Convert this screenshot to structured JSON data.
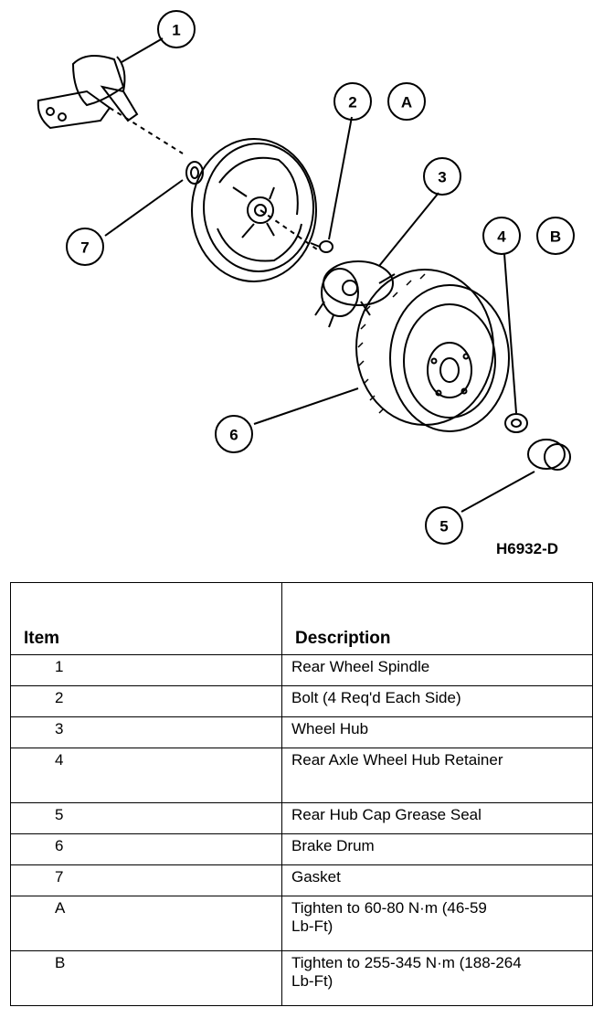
{
  "figure": {
    "callouts": [
      {
        "id": "callout-1",
        "label": "1"
      },
      {
        "id": "callout-2",
        "label": "2"
      },
      {
        "id": "callout-A",
        "label": "A"
      },
      {
        "id": "callout-3",
        "label": "3"
      },
      {
        "id": "callout-4",
        "label": "4"
      },
      {
        "id": "callout-B",
        "label": "B"
      },
      {
        "id": "callout-5",
        "label": "5"
      },
      {
        "id": "callout-6",
        "label": "6"
      },
      {
        "id": "callout-7",
        "label": "7"
      }
    ],
    "figure_id": "H6932-D"
  },
  "table": {
    "headers": {
      "item": "Item",
      "description": "Description"
    },
    "rows": [
      {
        "item": "1",
        "description": "Rear Wheel Spindle"
      },
      {
        "item": "2",
        "description": "Bolt (4 Req'd Each Side)"
      },
      {
        "item": "3",
        "description": "Wheel Hub"
      },
      {
        "item": "4",
        "description": "Rear Axle Wheel Hub Retainer"
      },
      {
        "item": "5",
        "description": "Rear Hub Cap Grease Seal"
      },
      {
        "item": "6",
        "description": "Brake Drum"
      },
      {
        "item": "7",
        "description": "Gasket"
      },
      {
        "item": "A",
        "description": "Tighten to 60-80 N·m (46-59 Lb-Ft)"
      },
      {
        "item": "B",
        "description": "Tighten to 255-345 N·m (188-264 Lb-Ft)"
      }
    ]
  }
}
